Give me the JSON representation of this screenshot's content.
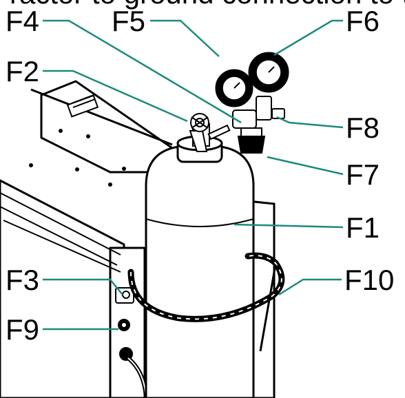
{
  "header_cut_text": "ractor to ground connection to the F",
  "colors": {
    "leader": "#1a8a7c",
    "line": "#000000",
    "fill": "#ffffff",
    "grey": "#cfcfcf"
  },
  "labels": {
    "F1": "F1",
    "F2": "F2",
    "F3": "F3",
    "F4": "F4",
    "F5": "F5",
    "F6": "F6",
    "F7": "F7",
    "F8": "F8",
    "F9": "F9",
    "F10": "F10"
  }
}
